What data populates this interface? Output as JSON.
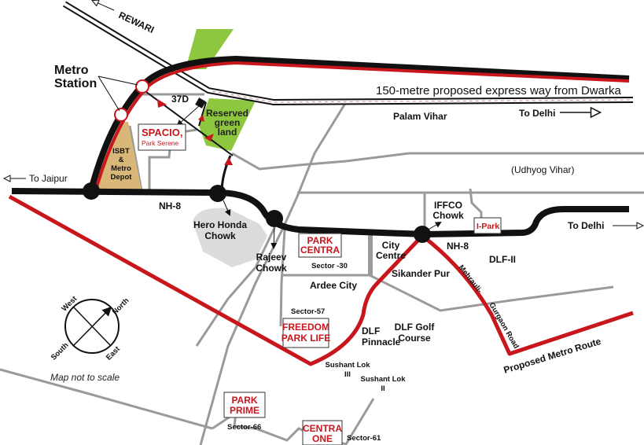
{
  "title": "Location map",
  "colors": {
    "metro_red": "#c8161d",
    "highway": "#000000",
    "green_land": "#8dc63f",
    "depot": "#d9b779",
    "roads": "#9a9a9a"
  },
  "labels": {
    "rewari": "REWARI",
    "metro_station_line1": "Metro",
    "metro_station_line2": "Station",
    "expressway": "150-metre proposed express way from Dwarka",
    "sector_37d": "37D",
    "reserved_line1": "Reserved",
    "reserved_line2": "green",
    "reserved_line3": "land",
    "palam_vihar": "Palam Vihar",
    "to_delhi_top": "To Delhi",
    "to_jaipur": "To Jaipur",
    "isbt_line1": "ISBT",
    "isbt_line2": "&",
    "isbt_line3": "Metro",
    "isbt_line4": "Depot",
    "udhyog_vihar": "(Udhyog Vihar)",
    "nh8_left": "NH-8",
    "nh8_right": "NH-8",
    "hero_honda_line1": "Hero Honda",
    "hero_honda_line2": "Chowk",
    "rajeev_line1": "Rajeev",
    "rajeev_line2": "Chowk",
    "sector_30": "Sector -30",
    "city_centre_line1": "City",
    "city_centre_line2": "Centre",
    "iffco_line1": "IFFCO",
    "iffco_line2": "Chowk",
    "to_delhi_right": "To Delhi",
    "dlf_ii": "DLF-II",
    "sikander_pur": "Sikander Pur",
    "ardee_city": "Ardee City",
    "sector_57": "Sector-57",
    "dlf_pinnacle_line1": "DLF",
    "dlf_pinnacle_line2": "Pinnacle",
    "dlf_golf_line1": "DLF Golf",
    "dlf_golf_line2": "Course",
    "mehrauli_road": "Mehrauli-",
    "gurgaon_road": "Gurgaon Road",
    "proposed_metro": "Proposed Metro Route",
    "sushant_iii_line1": "Sushant Lok",
    "sushant_iii_line2": "III",
    "sushant_ii_line1": "Sushant Lok",
    "sushant_ii_line2": "II",
    "sector_66": "Sector-66",
    "sector_61": "Sector-61",
    "not_to_scale": "Map not to scale"
  },
  "projects": {
    "spacio_line1": "SPACIO,",
    "spacio_line2": "Park Serene",
    "park_centra_line1": "PARK",
    "park_centra_line2": "CENTRA",
    "i_park": "I-Park",
    "freedom_line1": "FREEDOM",
    "freedom_line2": "PARK LIFE",
    "park_prime_line1": "PARK",
    "park_prime_line2": "PRIME",
    "centra_one_line1": "CENTRA",
    "centra_one_line2": "ONE"
  },
  "compass": {
    "west": "West",
    "north": "North",
    "south": "South",
    "east": "East"
  }
}
